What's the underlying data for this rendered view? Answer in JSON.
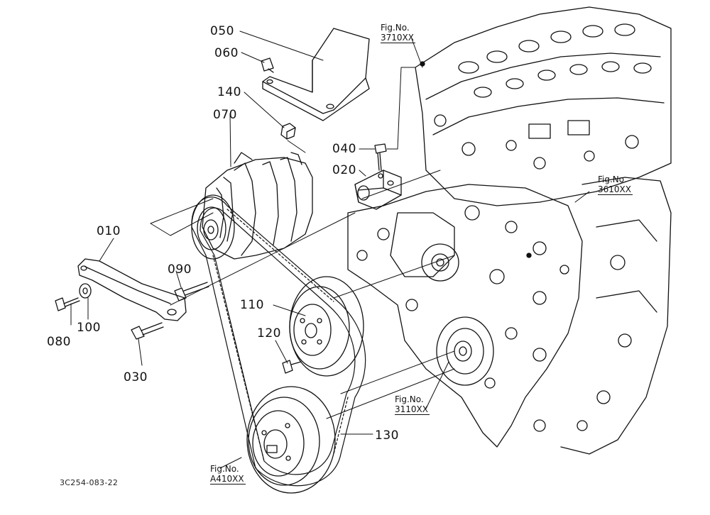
{
  "parts": [
    {
      "id": "010",
      "label": "010"
    },
    {
      "id": "020",
      "label": "020"
    },
    {
      "id": "030",
      "label": "030"
    },
    {
      "id": "040",
      "label": "040"
    },
    {
      "id": "050",
      "label": "050"
    },
    {
      "id": "060",
      "label": "060"
    },
    {
      "id": "070",
      "label": "070"
    },
    {
      "id": "080",
      "label": "080"
    },
    {
      "id": "090",
      "label": "090"
    },
    {
      "id": "100",
      "label": "100"
    },
    {
      "id": "110",
      "label": "110"
    },
    {
      "id": "120",
      "label": "120"
    },
    {
      "id": "130",
      "label": "130"
    },
    {
      "id": "140",
      "label": "140"
    }
  ],
  "fig_refs": [
    {
      "prefix": "Fig.No.",
      "number": "3710XX"
    },
    {
      "prefix": "Fig.No.",
      "number": "3610XX"
    },
    {
      "prefix": "Fig.No.",
      "number": "3110XX"
    },
    {
      "prefix": "Fig.No.",
      "number": "A410XX"
    }
  ],
  "drawing_code": "3C254-083-22"
}
